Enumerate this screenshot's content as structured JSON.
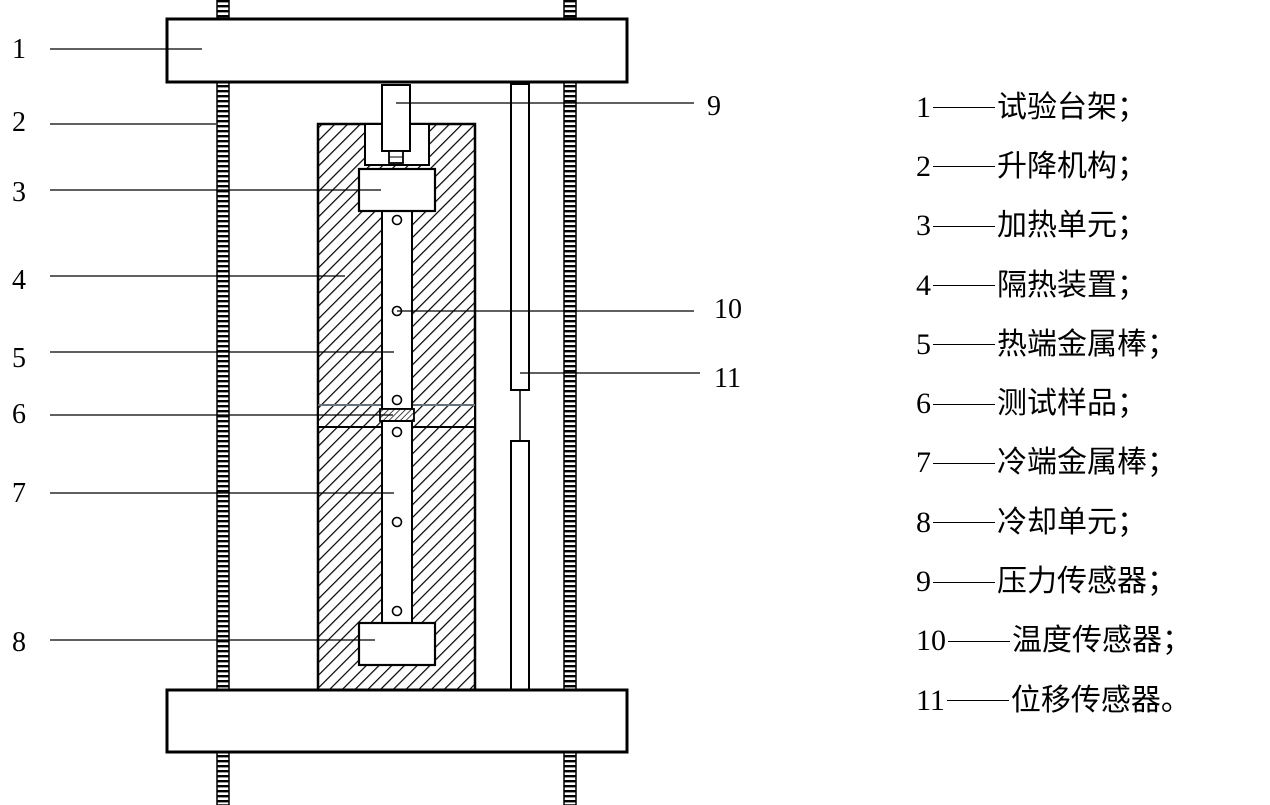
{
  "callouts": {
    "c1": "1",
    "c2": "2",
    "c3": "3",
    "c4": "4",
    "c5": "5",
    "c6": "6",
    "c7": "7",
    "c8": "8",
    "c9": "9",
    "c10": "10",
    "c11": "11"
  },
  "legend": [
    {
      "num": "1",
      "text": "试验台架；"
    },
    {
      "num": "2",
      "text": "升降机构；"
    },
    {
      "num": "3",
      "text": "加热单元；"
    },
    {
      "num": "4",
      "text": "隔热装置；"
    },
    {
      "num": "5",
      "text": "热端金属棒；"
    },
    {
      "num": "6",
      "text": "测试样品；"
    },
    {
      "num": "7",
      "text": "冷端金属棒；"
    },
    {
      "num": "8",
      "text": "冷却单元；"
    },
    {
      "num": "9",
      "text": "压力传感器；"
    },
    {
      "num": "10",
      "text": "温度传感器；"
    },
    {
      "num": "11",
      "text": "位移传感器。"
    }
  ],
  "colors": {
    "stroke": "#000000",
    "background": "#ffffff",
    "sample-tint": "#cfe3f3"
  }
}
